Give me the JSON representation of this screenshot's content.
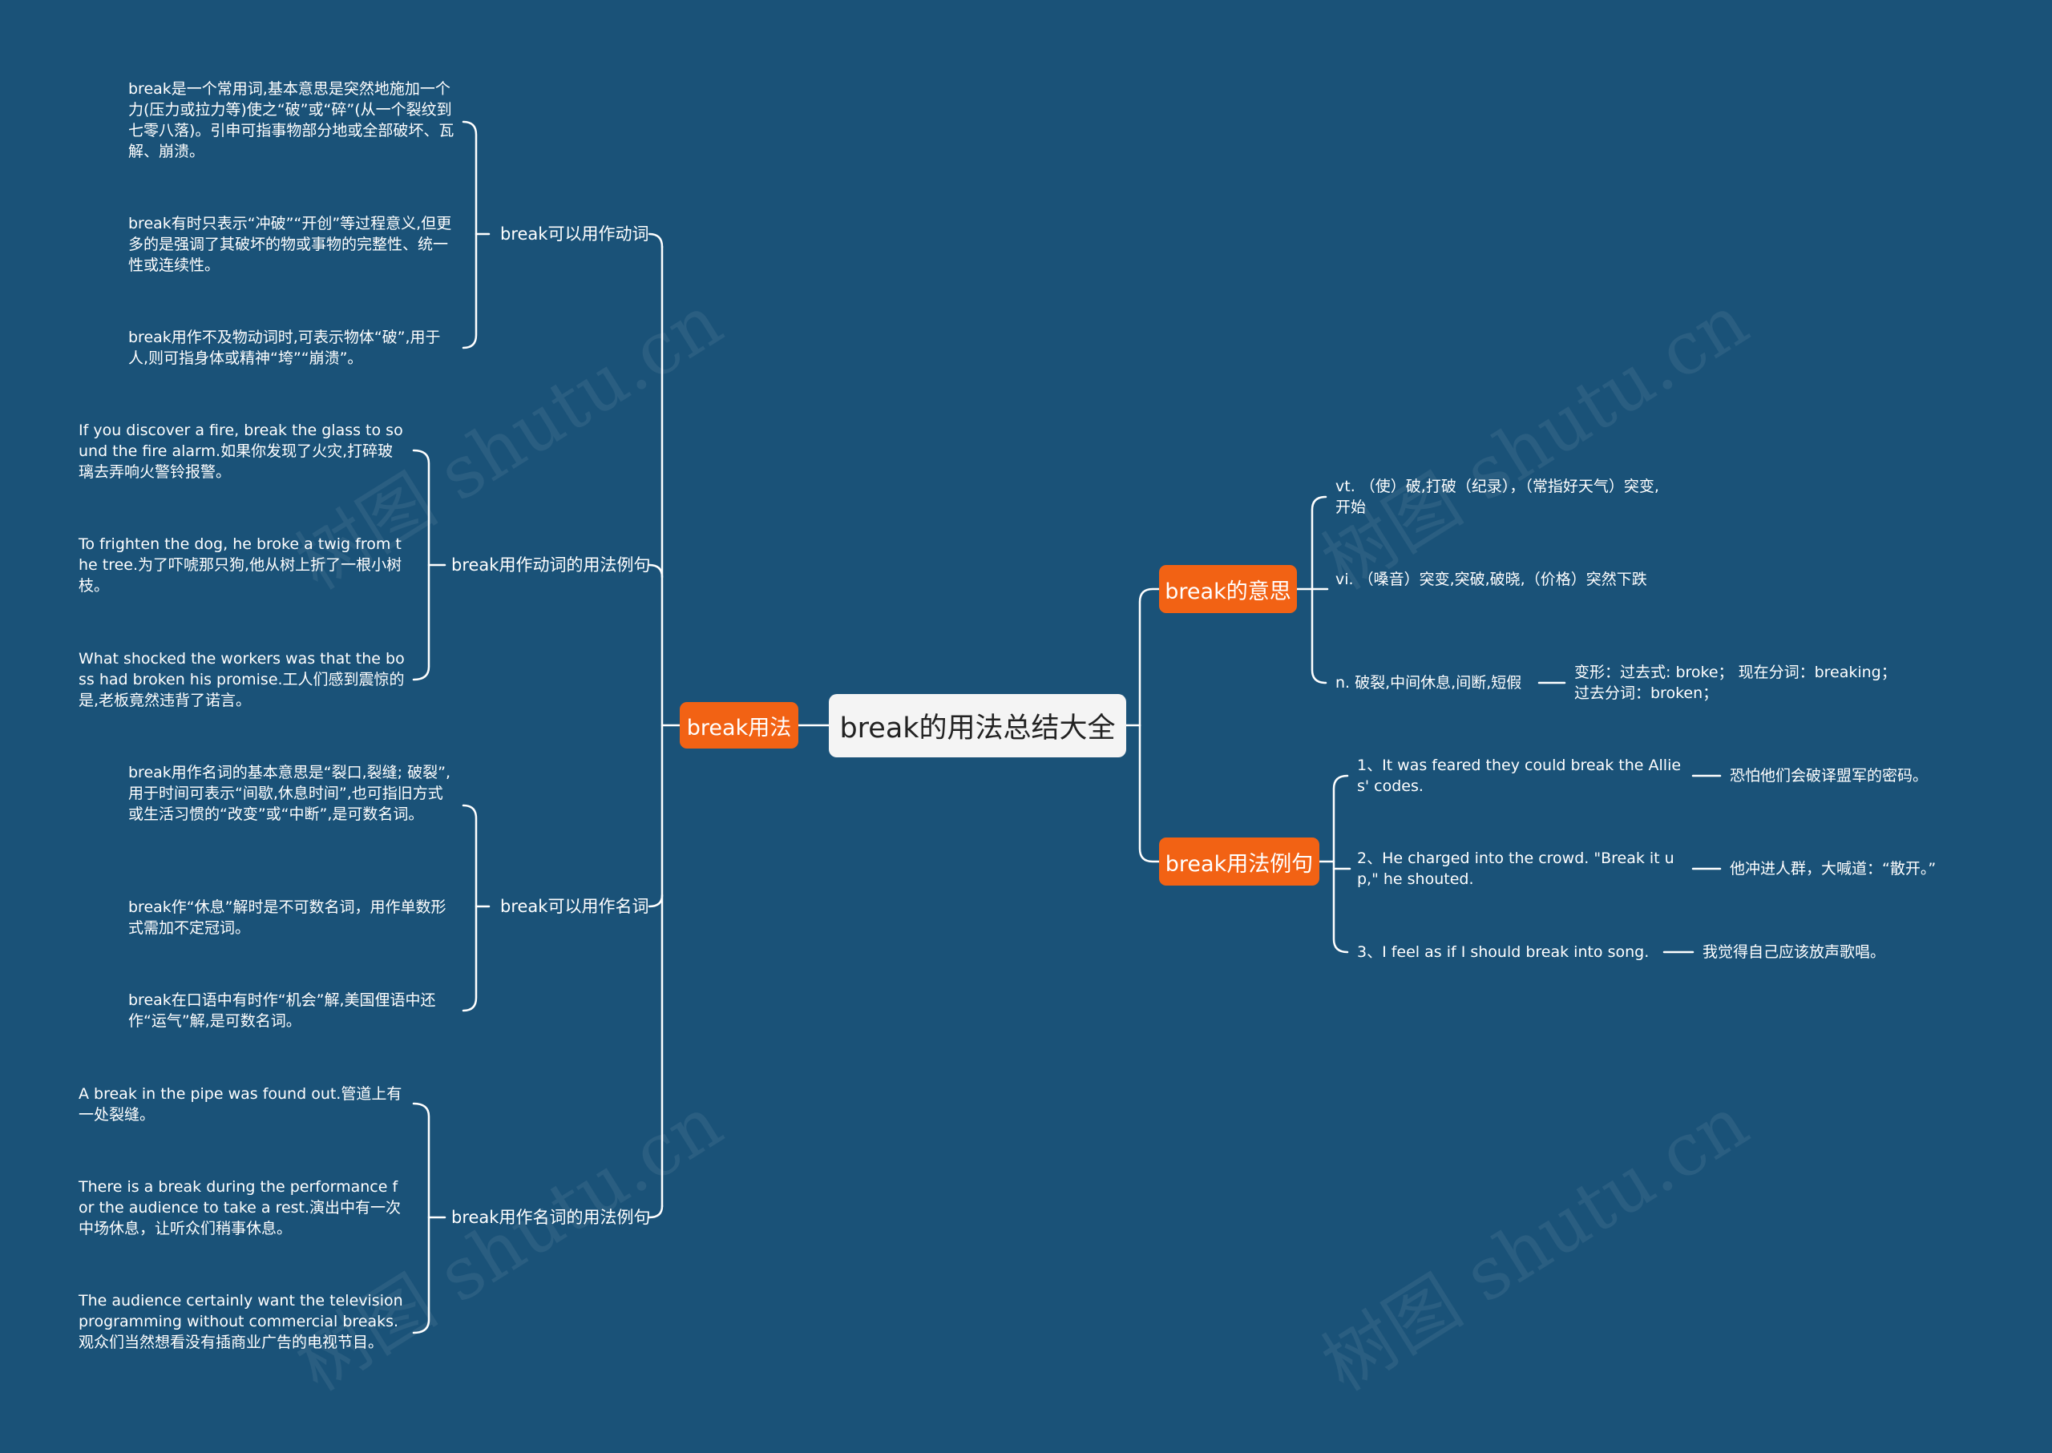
{
  "root": {
    "label": "break的用法总结大全"
  },
  "left_main": {
    "label": "break用法",
    "groups": [
      {
        "label": "break可以用作动词",
        "items": [
          "break是一个常用词,基本意思是突然地施加一个力(压力或拉力等)使之“破”或“碎”(从一个裂纹到七零八落)。引申可指事物部分地或全部破坏、瓦解、崩溃。",
          "break有时只表示“冲破”“开创”等过程意义,但更多的是强调了其破坏的物或事物的完整性、统一性或连续性。",
          "break用作不及物动词时,可表示物体“破”,用于人,则可指身体或精神“垮”“崩溃”。"
        ]
      },
      {
        "label": "break用作动词的用法例句",
        "items": [
          "If you discover a fire, break the glass to sound the fire alarm.如果你发现了火灾,打碎玻璃去弄响火警铃报警。",
          "To frighten the dog, he broke a twig from the tree.为了吓唬那只狗,他从树上折了一根小树枝。",
          "What shocked the workers was that the boss had broken his promise.工人们感到震惊的是,老板竟然违背了诺言。"
        ]
      },
      {
        "label": "break可以用作名词",
        "items": [
          "break用作名词的基本意思是“裂口,裂缝; 破裂”,用于时间可表示“间歇,休息时间”,也可指旧方式或生活习惯的“改变”或“中断”,是可数名词。",
          "break作“休息”解时是不可数名词，用作单数形式需加不定冠词。",
          "break在口语中有时作“机会”解,美国俚语中还作“运气”解,是可数名词。"
        ]
      },
      {
        "label": "break用作名词的用法例句",
        "items": [
          "A break in the pipe was found out.管道上有一处裂缝。",
          "There is a break during the performance for the audience to take a rest.演出中有一次中场休息，让听众们稍事休息。",
          "The audience certainly want the television programming without commercial breaks.观众们当然想看没有插商业广告的电视节目。"
        ]
      }
    ]
  },
  "right_meaning": {
    "label": "break的意思",
    "items": [
      {
        "text": "vt. （使）破,打破（纪录），（常指好天气）突变,开始"
      },
      {
        "text": "vi. （嗓音）突变,突破,破晓,（价格）突然下跌"
      },
      {
        "text": "n. 破裂,中间休息,间断,短假",
        "detail": "变形：过去式: broke；  现在分词：breaking；  过去分词：broken；"
      }
    ]
  },
  "right_examples": {
    "label": "break用法例句",
    "items": [
      {
        "text": "1、It was feared they could break the Allies' codes.",
        "detail": "恐怕他们会破译盟军的密码。"
      },
      {
        "text": "2、He charged into the crowd. \"Break it up,\" he shouted.",
        "detail": "他冲进人群，大喊道：“散开。”"
      },
      {
        "text": "3、I feel as if I should break into song.",
        "detail": "我觉得自己应该放声歌唱。"
      }
    ]
  },
  "watermark": "树图 shutu.cn"
}
